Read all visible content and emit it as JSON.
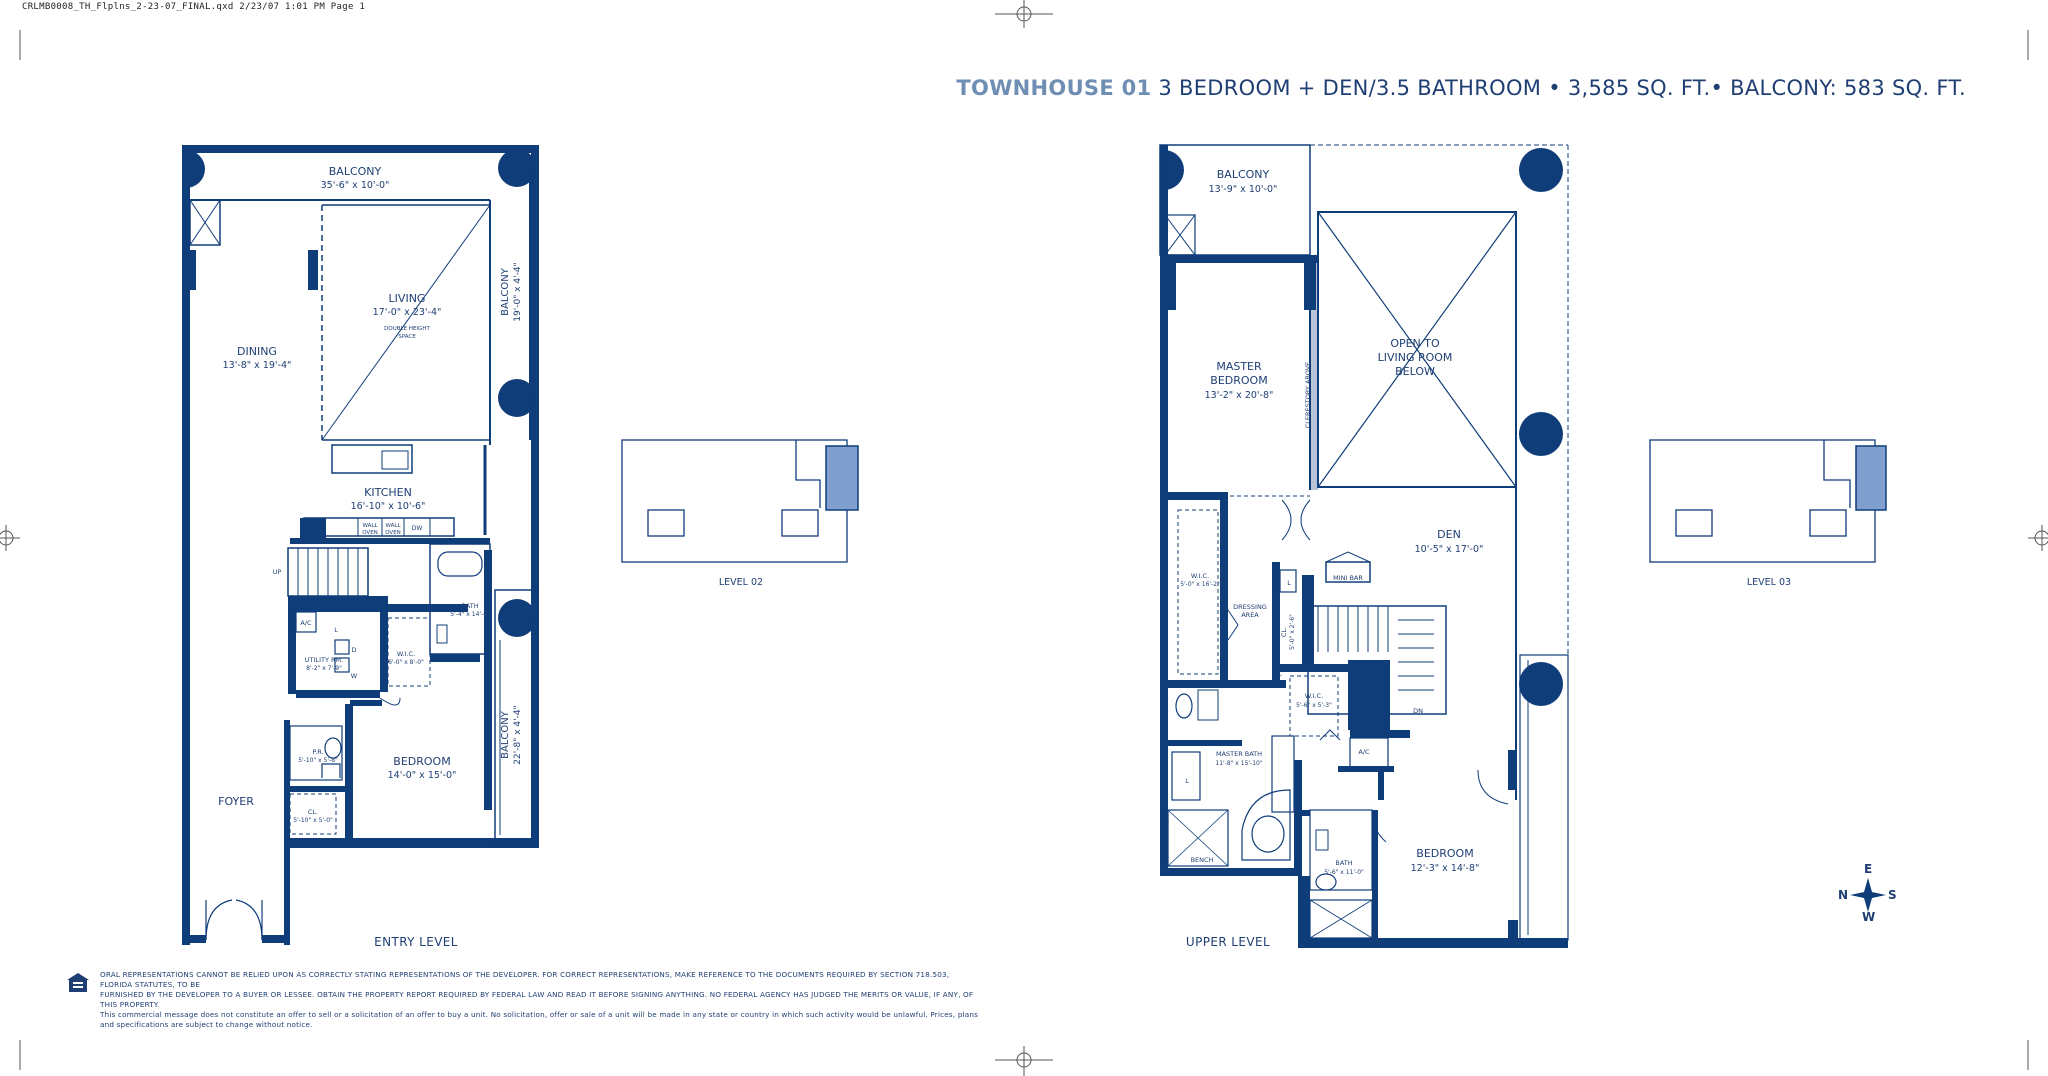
{
  "slug": "CRLMB0008_TH_Flplns_2-23-07_FINAL.qxd  2/23/07  1:01 PM  Page 1",
  "header": {
    "unit": "TOWNHOUSE 01",
    "details": " 3 BEDROOM + DEN/3.5 BATHROOM • 3,585 SQ. FT.• BALCONY: 583 SQ. FT."
  },
  "entry_level": {
    "caption": "ENTRY LEVEL",
    "rooms": {
      "balcony_top_name": "BALCONY",
      "balcony_top_dim": "35'-6\" x 10'-0\"",
      "living_name": "LIVING",
      "living_dim": "17'-0\" x 23'-4\"",
      "double_height_1": "DOUBLE HEIGHT",
      "double_height_2": "SPACE",
      "balcony_side_name": "BALCONY",
      "balcony_side_dim": "19'-0\" x 4'-4\"",
      "dining_name": "DINING",
      "dining_dim": "13'-8\" x 19'-4\"",
      "kitchen_name": "KITCHEN",
      "kitchen_dim": "16'-10\" x 10'-6\"",
      "wall_oven_1": "WALL",
      "wall_oven_1b": "OVEN",
      "wall_oven_2": "WALL",
      "wall_oven_2b": "OVEN",
      "dw": "DW",
      "up": "UP",
      "ac": "A/C",
      "bath_name": "BATH",
      "bath_dim": "5'-4\" x 14'-6\"",
      "utility_name": "UTILITY RM.",
      "utility_dim": "8'-2\" x 7'-9\"",
      "d": "D",
      "w": "W",
      "l": "L",
      "wic_name": "W.I.C.",
      "wic_dim": "6'-0\" x 8'-0\"",
      "pr_name": "P.R.",
      "pr_dim": "5'-10\" x 5'-8\"",
      "bedroom_name": "BEDROOM",
      "bedroom_dim": "14'-0\" x 15'-0\"",
      "balcony_lower_name": "BALCONY",
      "balcony_lower_dim": "22'-8\" x 4'-4\"",
      "foyer": "FOYER",
      "cl_name": "CL.",
      "cl_dim": "5'-10\" x 5'-0\""
    }
  },
  "level02": {
    "caption": "LEVEL 02"
  },
  "upper_level": {
    "caption": "UPPER LEVEL",
    "rooms": {
      "balcony_name": "BALCONY",
      "balcony_dim": "13'-9\" x 10'-0\"",
      "open_1": "OPEN TO",
      "open_2": "LIVING ROOM",
      "open_3": "BELOW",
      "master_1": "MASTER",
      "master_2": "BEDROOM",
      "master_dim": "13'-2\" x 20'-8\"",
      "clerestory": "CLERESTORY ABOVE",
      "den_name": "DEN",
      "den_dim": "10'-5\" x 17'-0\"",
      "wic1_name": "W.I.C.",
      "wic1_dim": "5'-0\" x 16'-2\"",
      "dressing_1": "DRESSING",
      "dressing_2": "AREA",
      "mini_bar": "MINI BAR",
      "l1": "L",
      "l2": "L",
      "l3": "L",
      "cl_name": "CL.",
      "cl_dim": "5'-0\" x 2'-6\"",
      "wic2_name": "W.I.C.",
      "wic2_dim": "5'-6\" x 5'-3\"",
      "dn": "DN",
      "ac": "A/C",
      "master_bath_name": "MASTER BATH",
      "master_bath_dim": "11'-8\" x 15'-10\"",
      "bench": "BENCH",
      "bath_name": "BATH",
      "bath_dim": "5'-6\" x 11'-0\"",
      "bedroom_name": "BEDROOM",
      "bedroom_dim": "12'-3\" x 14'-8\""
    }
  },
  "level03": {
    "caption": "LEVEL 03"
  },
  "compass": {
    "n": "N",
    "s": "S",
    "e": "E",
    "w": "W"
  },
  "disclaimer": {
    "line1": "ORAL REPRESENTATIONS CANNOT BE RELIED UPON AS CORRECTLY STATING REPRESENTATIONS OF THE DEVELOPER. FOR CORRECT REPRESENTATIONS, MAKE REFERENCE TO THE DOCUMENTS REQUIRED BY SECTION 718.503, FLORIDA STATUTES, TO BE",
    "line2": "FURNISHED BY THE DEVELOPER TO A BUYER OR LESSEE. OBTAIN THE PROPERTY REPORT REQUIRED BY FEDERAL LAW AND READ IT BEFORE SIGNING ANYTHING. NO FEDERAL AGENCY HAS JUDGED THE MERITS OR VALUE, IF ANY, OF THIS PROPERTY.",
    "line3": "This commercial message does not constitute an offer to sell or a solicitation of an offer to buy a unit. No solicitation, offer or sale of a unit will be made in any state or country in which such activity would be unlawful. Prices, plans and specifications are subject to change without notice."
  },
  "colors": {
    "wall": "#0f3d7a",
    "text": "#1f3f74",
    "accent": "#6f8eb3",
    "highlight": "#7f9fcf"
  }
}
